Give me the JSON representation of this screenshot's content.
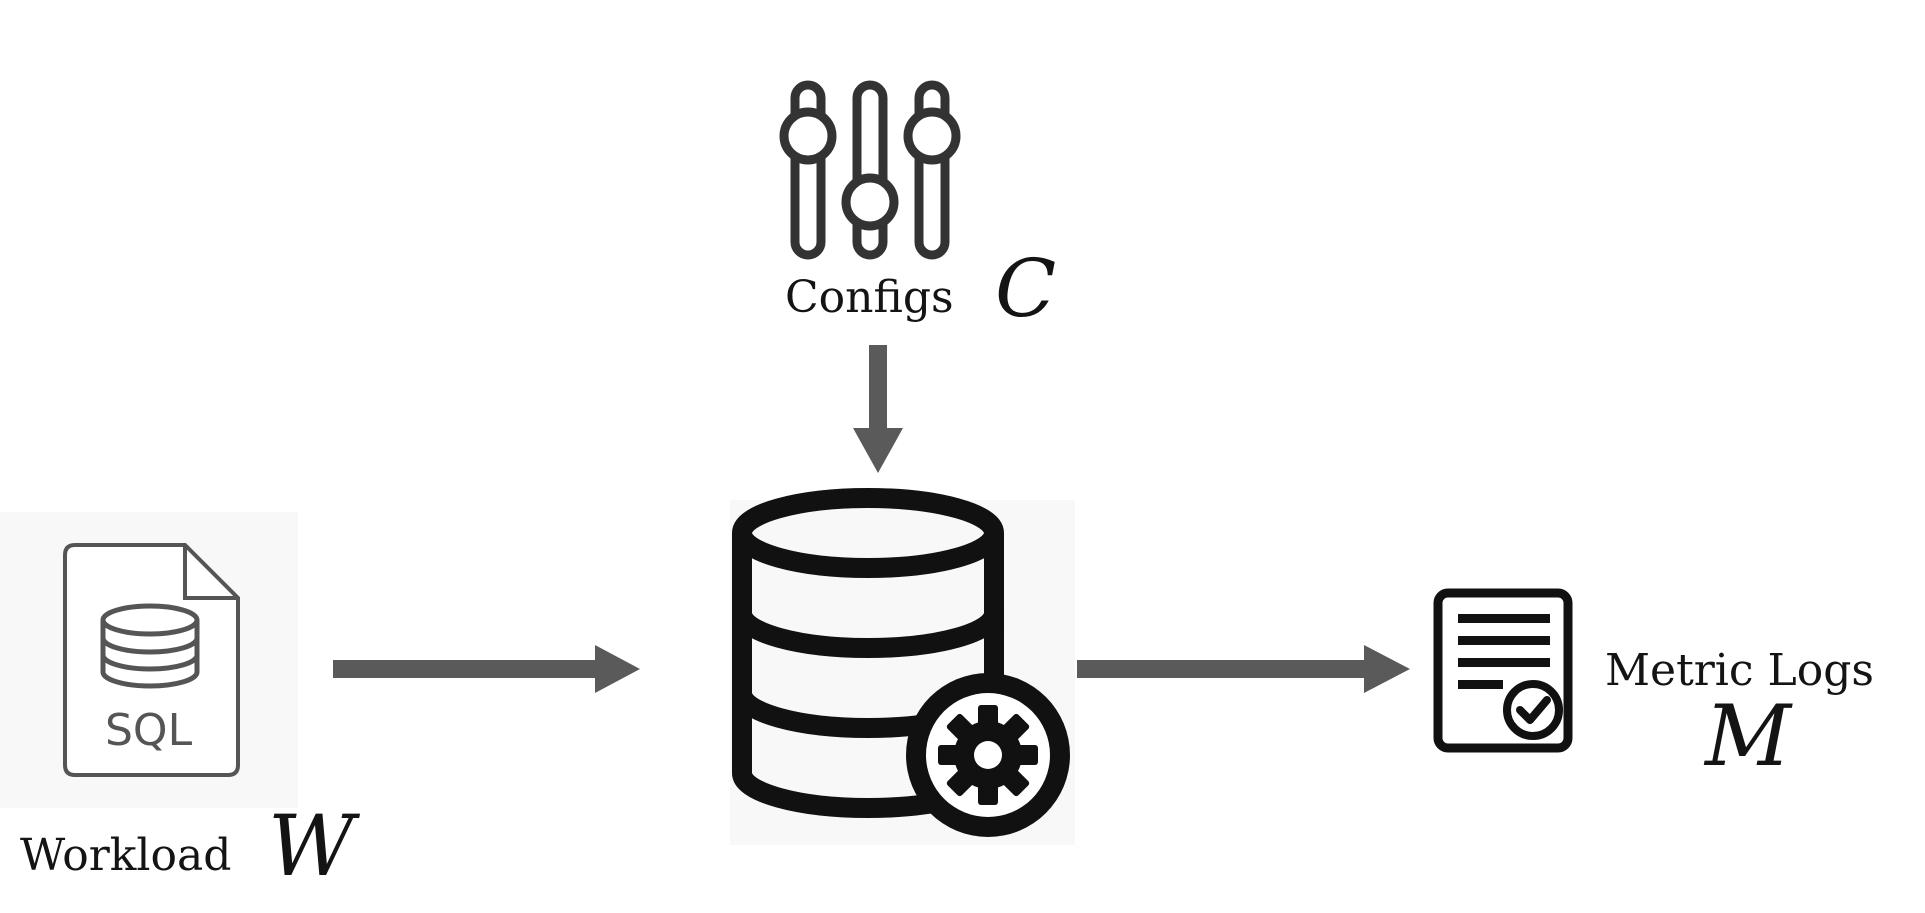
{
  "diagram": {
    "configs": {
      "label": "Configs",
      "symbol": "C",
      "icon": "sliders-icon"
    },
    "workload": {
      "label": "Workload",
      "symbol": "W",
      "icon": "sql-file-icon",
      "file_text": "SQL"
    },
    "database": {
      "icon": "database-gear-icon"
    },
    "metric_logs": {
      "label": "Metric Logs",
      "symbol": "M",
      "icon": "report-check-icon"
    },
    "colors": {
      "arrow": "#5a5a5a",
      "icon_dark": "#111111",
      "icon_gray": "#555555",
      "text": "#141414"
    }
  }
}
